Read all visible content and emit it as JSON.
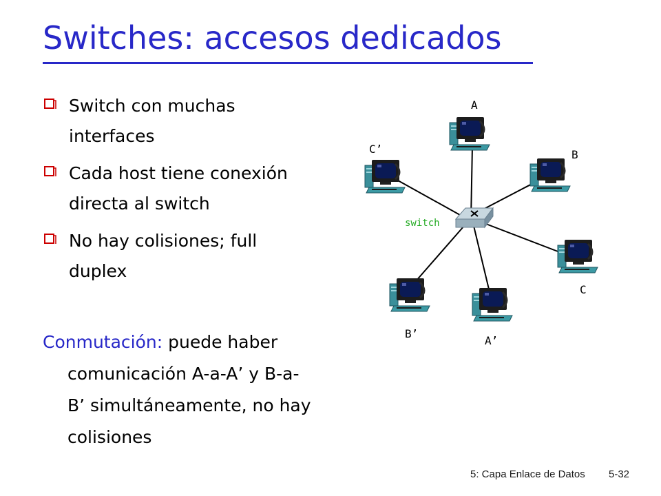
{
  "slide": {
    "title": "Switches: accesos dedicados",
    "bullets": [
      {
        "line1": "Switch con muchas",
        "line2": "interfaces"
      },
      {
        "line1": "Cada host tiene conexión",
        "line2": "directa al switch"
      },
      {
        "line1": "No hay colisiones; full",
        "line2": "duplex"
      }
    ],
    "paragraph": {
      "term": "Conmutación:",
      "line1_rest": " puede haber",
      "line2": "comunicación A-a-A’ y B-a-",
      "line3": "B’ simultáneamente, no hay",
      "line4": "colisiones"
    }
  },
  "diagram": {
    "switch_label": "switch",
    "hosts": {
      "A": "A",
      "B": "B",
      "C": "C",
      "A_prime": "A’",
      "B_prime": "B’",
      "C_prime": "C’"
    },
    "colors": {
      "switch_label": "#22aa22",
      "title": "#2828c8",
      "bullet_marker": "#cc0000"
    }
  },
  "footer": {
    "course": "5: Capa Enlace de Datos",
    "page": "5-32"
  }
}
